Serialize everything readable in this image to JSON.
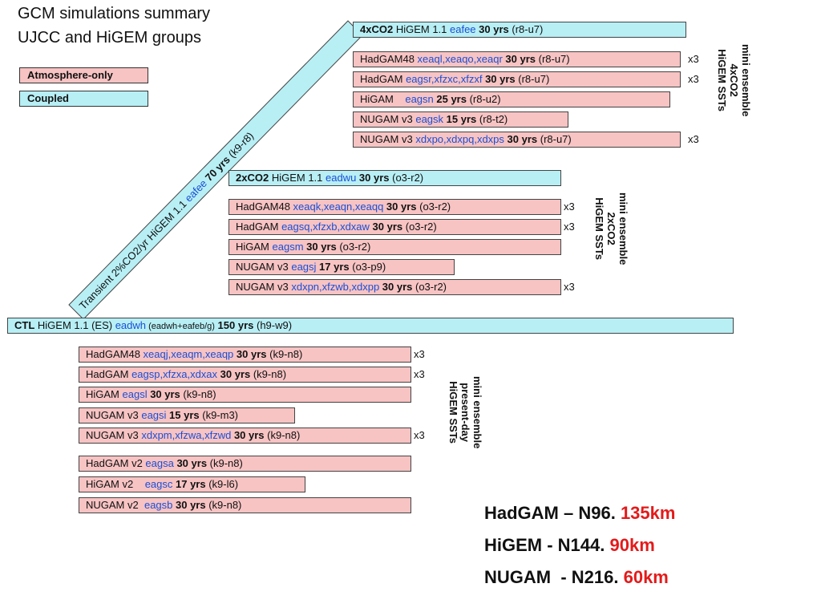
{
  "title": {
    "line1": "GCM simulations summary",
    "line2": "UJCC and HiGEM groups"
  },
  "legend": {
    "atmos": "Atmosphere-only",
    "coupled": "Coupled",
    "colors": {
      "atmos": "#f7c3c3",
      "coupled": "#b7eff5"
    }
  },
  "transient": {
    "a": "Transient 2%CO2/yr HiGEM 1.1 ",
    "b": "eafee",
    "c": " 70 yrs",
    "d": " (k9-r8)"
  },
  "groups": {
    "co2x4": {
      "coupled": {
        "a": "4xCO2",
        "b": " HiGEM 1.1 ",
        "c": "eafee",
        "d": " 30 yrs",
        "e": " (r8-u7)"
      },
      "rows": [
        {
          "a": "HadGAM48 ",
          "b": "xeaql,xeaqo,xeaqr",
          "c": " 30 yrs",
          "d": " (r8-u7)",
          "x": "x3"
        },
        {
          "a": "HadGAM ",
          "b": "eagsr,xfzxc,xfzxf",
          "c": " 30 yrs",
          "d": " (r8-u7)",
          "x": "x3"
        },
        {
          "a": "HiGAM    ",
          "b": "eagsn",
          "c": " 25 yrs",
          "d": " (r8-u2)",
          "x": ""
        },
        {
          "a": "NUGAM v3 ",
          "b": "eagsk",
          "c": " 15 yrs",
          "d": " (r8-t2)",
          "x": ""
        },
        {
          "a": "NUGAM v3 ",
          "b": "xdxpo,xdxpq,xdxps",
          "c": " 30 yrs",
          "d": " (r8-u7)",
          "x": "x3"
        }
      ],
      "label": {
        "l1": "mini ensemble",
        "l2": "4xCO2",
        "l3": "HiGEM SSTs"
      }
    },
    "co2x2": {
      "coupled": {
        "a": "2xCO2",
        "b": " HiGEM 1.1 ",
        "c": "eadwu",
        "d": " 30 yrs",
        "e": " (o3-r2)"
      },
      "rows": [
        {
          "a": "HadGAM48 ",
          "b": "xeaqk,xeaqn,xeaqq",
          "c": " 30 yrs",
          "d": " (o3-r2)",
          "x": "x3"
        },
        {
          "a": "HadGAM ",
          "b": "eagsq,xfzxb,xdxaw",
          "c": " 30 yrs",
          "d": " (o3-r2)",
          "x": "x3"
        },
        {
          "a": "HiGAM ",
          "b": "eagsm",
          "c": " 30 yrs",
          "d": " (o3-r2)",
          "x": ""
        },
        {
          "a": "NUGAM v3 ",
          "b": "eagsj",
          "c": " 17 yrs",
          "d": " (o3-p9)",
          "x": ""
        },
        {
          "a": "NUGAM v3 ",
          "b": "xdxpn,xfzwb,xdxpp",
          "c": " 30 yrs",
          "d": " (o3-r2)",
          "x": "x3"
        }
      ],
      "label": {
        "l1": "mini ensemble",
        "l2": "2xCO2",
        "l3": "HiGEM SSTs"
      }
    },
    "ctl": {
      "coupled": {
        "a": "CTL",
        "b": " HiGEM 1.1 (ES) ",
        "c": "eadwh",
        "s": " (eadwh+eafeb/g)",
        "d": " 150 yrs",
        "e": " (h9-w9)"
      },
      "rows": [
        {
          "a": "HadGAM48 ",
          "b": "xeaqj,xeaqm,xeaqp",
          "c": " 30 yrs",
          "d": " (k9-n8)",
          "x": "x3"
        },
        {
          "a": "HadGAM ",
          "b": "eagsp,xfzxa,xdxax",
          "c": " 30 yrs",
          "d": " (k9-n8)",
          "x": "x3"
        },
        {
          "a": "HiGAM ",
          "b": "eagsl",
          "c": " 30 yrs",
          "d": " (k9-n8)",
          "x": ""
        },
        {
          "a": "NUGAM v3 ",
          "b": "eagsi",
          "c": " 15 yrs",
          "d": " (k9-m3)",
          "x": ""
        },
        {
          "a": "NUGAM v3 ",
          "b": "xdxpm,xfzwa,xfzwd",
          "c": " 30 yrs",
          "d": " (k9-n8)",
          "x": "x3"
        },
        {
          "a": "HadGAM v2 ",
          "b": "eagsa",
          "c": " 30 yrs",
          "d": " (k9-n8)",
          "x": ""
        },
        {
          "a": "HiGAM v2    ",
          "b": "eagsc",
          "c": " 17 yrs",
          "d": " (k9-l6)",
          "x": ""
        },
        {
          "a": "NUGAM v2  ",
          "b": "eagsb",
          "c": " 30 yrs",
          "d": " (k9-n8)",
          "x": ""
        }
      ],
      "label": {
        "l1": "mini ensemble",
        "l2": "present-day",
        "l3": "HiGEM SSTs"
      }
    }
  },
  "resolution": [
    {
      "model": "HadGAM – N96. ",
      "km": "135km"
    },
    {
      "model": "HiGEM - N144. ",
      "km": "90km"
    },
    {
      "model": "NUGAM  - N216. ",
      "km": "60km"
    }
  ]
}
